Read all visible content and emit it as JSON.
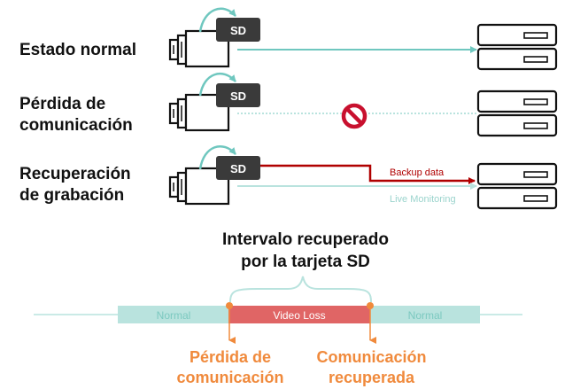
{
  "rows": [
    {
      "label_lines": [
        "Estado normal"
      ]
    },
    {
      "label_lines": [
        "Pérdida de",
        "comunicación"
      ]
    },
    {
      "label_lines": [
        "Recuperación",
        "de grabación"
      ]
    }
  ],
  "sd_label": "SD",
  "backup_label": "Backup data",
  "live_label": "Live Monitoring",
  "interval_title": [
    "Intervalo recuperado",
    "por la tarjeta SD"
  ],
  "timeline": {
    "normal_left": "Normal",
    "video_loss": "Video Loss",
    "normal_right": "Normal"
  },
  "bottom_left": [
    "Pérdida de",
    "comunicación"
  ],
  "bottom_right": [
    "Comunicación",
    "recuperada"
  ],
  "colors": {
    "teal": "#6fc7bf",
    "teal_light": "#b9e3de",
    "red": "#b00000",
    "orange": "#f08a3c",
    "sd_box": "#3a3a3a"
  },
  "icons": [
    "camera-icon",
    "sd-card-icon",
    "nvr-icon",
    "no-entry-icon"
  ]
}
